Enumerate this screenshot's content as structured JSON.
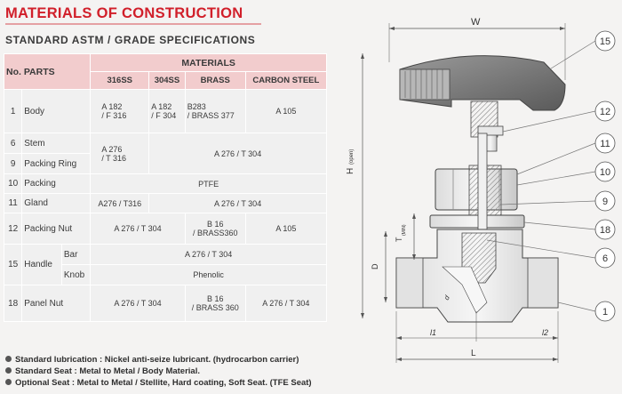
{
  "title": "MATERIALS OF CONSTRUCTION",
  "subtitle": "STANDARD  ASTM / GRADE  SPECIFICATIONS",
  "table": {
    "no_parts_header": "No. PARTS",
    "materials_header": "MATERIALS",
    "columns": [
      "316SS",
      "304SS",
      "BRASS",
      "CARBON STEEL"
    ],
    "rows": {
      "body": {
        "no": "1",
        "part": "Body",
        "ss316": "A 182\n/ F 316",
        "ss304": "A 182\n/ F 304",
        "brass": "B283\n/ BRASS 377",
        "carbon": "A 105"
      },
      "stem": {
        "no": "6",
        "part": "Stem"
      },
      "packing_ring": {
        "no": "9",
        "part": "Packing Ring"
      },
      "stem_ring_316": "A 276\n/ T 316",
      "stem_ring_other": "A 276 / T 304",
      "packing": {
        "no": "10",
        "part": "Packing",
        "value": "PTFE"
      },
      "gland": {
        "no": "11",
        "part": "Gland",
        "ss316": "A276 / T316",
        "other": "A 276 / T 304"
      },
      "packing_nut": {
        "no": "12",
        "part": "Packing Nut",
        "ss": "A 276 / T 304",
        "brass": "B 16\n/ BRASS360",
        "carbon": "A 105"
      },
      "handle": {
        "no": "15",
        "part": "Handle",
        "bar_label": "Bar",
        "bar_value": "A 276 / T 304",
        "knob_label": "Knob",
        "knob_value": "Phenolic"
      },
      "panel_nut": {
        "no": "18",
        "part": "Panel Nut",
        "ss": "A 276 / T 304",
        "brass": "B 16\n/ BRASS 360",
        "carbon": "A 276 / T 304"
      }
    }
  },
  "notes": [
    "Standard lubrication : Nickel anti-seize lubricant. (hydrocarbon carrier)",
    "Standard Seat : Metal to Metal / Body Material.",
    "Optional Seat : Metal to Metal / Stellite, Hard coating, Soft Seat. (TFE Seat)"
  ],
  "drawing": {
    "dim_w": "W",
    "dim_h": "H",
    "dim_h_sub": "(open)",
    "dim_t": "T",
    "dim_t_sub": "(MIN)",
    "dim_d": "D",
    "dim_small_d": "d",
    "dim_l": "L",
    "dim_l1": "l1",
    "dim_l2": "l2",
    "callouts": [
      "15",
      "12",
      "11",
      "10",
      "9",
      "18",
      "6",
      "1"
    ]
  },
  "colors": {
    "title_red": "#d11f2a",
    "header_pink": "#f2cccd",
    "row_gray": "#f0f0f0"
  }
}
